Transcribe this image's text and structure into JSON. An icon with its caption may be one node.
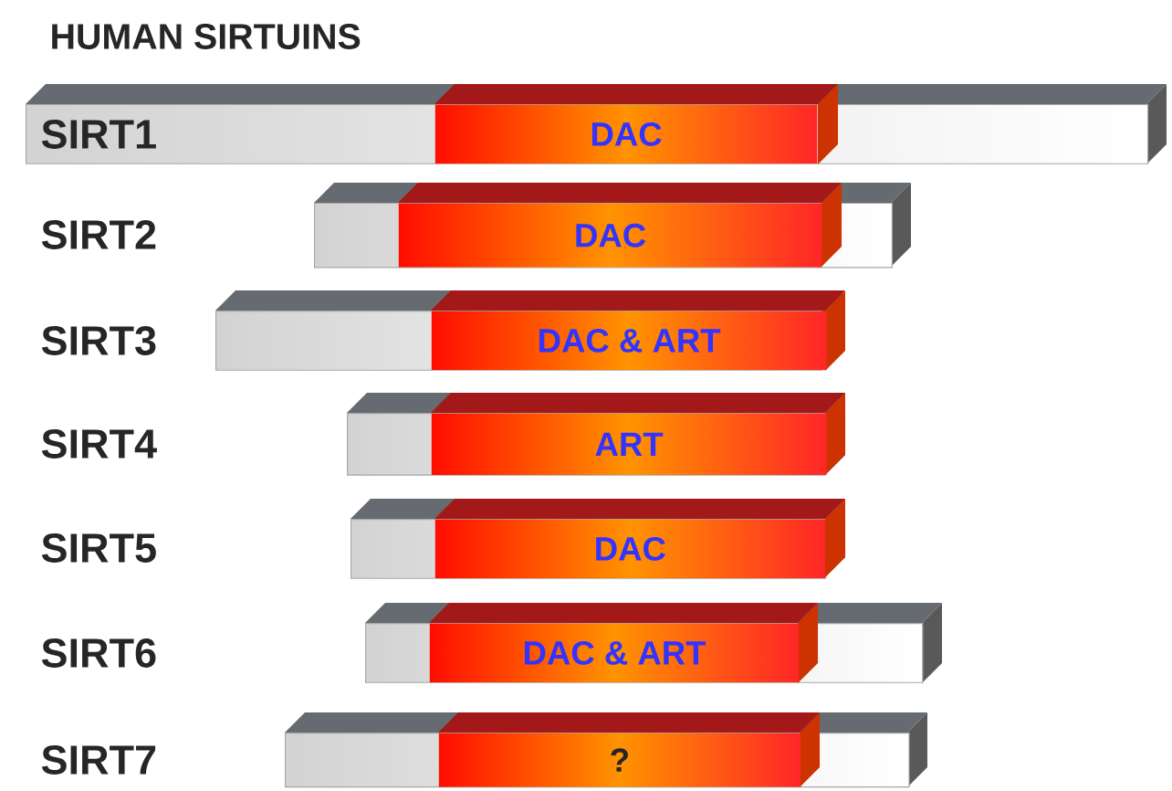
{
  "diagram": {
    "title": "HUMAN SIRTUINS",
    "nodes": [
      {
        "text": [],
        "shape": "bar"
      },
      {
        "text": [
          "DAC"
        ],
        "in": 0
      },
      {
        "text": [],
        "shape": "bar"
      },
      {
        "text": [
          "DAC"
        ],
        "in": 2
      },
      {
        "text": [],
        "shape": "bar"
      },
      {
        "text": [
          "DAC & ART"
        ],
        "in": 4
      },
      {
        "text": [],
        "shape": "bar"
      },
      {
        "text": [
          "ART"
        ],
        "in": 6
      },
      {
        "text": [],
        "shape": "bar"
      },
      {
        "text": [
          "DAC"
        ],
        "in": 8
      },
      {
        "text": [],
        "shape": "bar"
      },
      {
        "text": [
          "DAC & ART"
        ],
        "in": 10
      },
      {
        "text": [],
        "shape": "bar"
      },
      {
        "text": [
          "?"
        ],
        "in": 12
      }
    ],
    "labels": [
      "SIRT1",
      "SIRT2",
      "SIRT3",
      "SIRT4",
      "SIRT5",
      "SIRT6",
      "SIRT7"
    ]
  }
}
